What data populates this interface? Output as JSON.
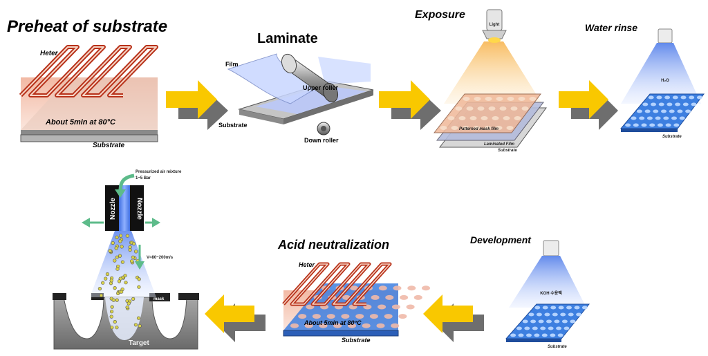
{
  "steps": {
    "preheat": {
      "title": "Preheat of substrate",
      "heater": "Heter",
      "condition": "About 5min at 80°C",
      "substrate": "Substrate"
    },
    "laminate": {
      "title": "Laminate",
      "film": "Film",
      "upper_roller": "Upper roller",
      "down_roller": "Down roller",
      "substrate": "Substrate"
    },
    "exposure": {
      "title": "Exposure",
      "light": "Light",
      "mask_film": "Patterned mask film",
      "laminated_film": "Laminated Film",
      "substrate": "Substrate"
    },
    "water_rinse": {
      "title": "Water rinse",
      "chem": "H₂O",
      "substrate": "Substrate"
    },
    "development": {
      "title": "Development",
      "chem": "KOH 수용액",
      "substrate": "Substrate"
    },
    "acid": {
      "title": "Acid neutralization",
      "heater": "Heter",
      "condition": "About 5min at 80°C",
      "substrate": "Substrate"
    },
    "blast": {
      "air_line1": "Pressurized air mixture",
      "air_line2": "1~5 Bar",
      "nozzle_left": "Nozzle",
      "nozzle_right": "Nozzle",
      "velocity": "V=80~200m/s",
      "mask": "mask",
      "target": "Target"
    }
  },
  "colors": {
    "arrow_yellow": "#f9c800",
    "arrow_gray": "#6e6e6e",
    "coil": "#b8321a",
    "spray": "#4f7fe8",
    "green_arrow": "#5dbb8a"
  }
}
